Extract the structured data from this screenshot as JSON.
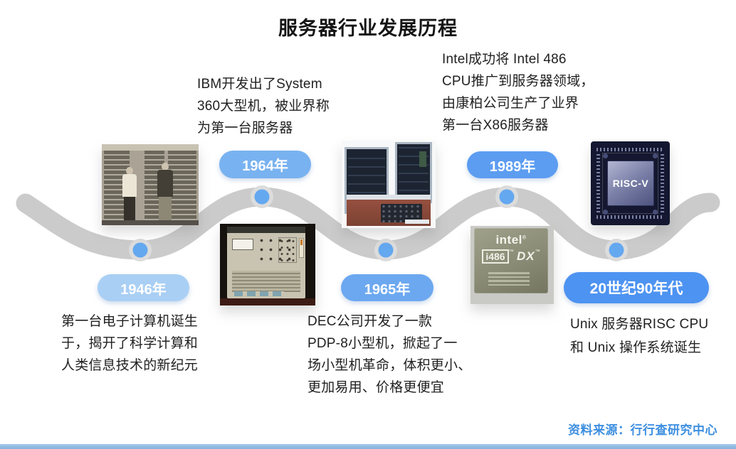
{
  "title": "服务器行业发展历程",
  "timeline": {
    "milestones": [
      {
        "year": "1946年",
        "description": "第一台电子计算机诞生\n于，揭开了科学计算和\n人类信息技术的新纪元"
      },
      {
        "year": "1964年",
        "description": "IBM开发出了System\n360大型机，被业界称\n为第一台服务器"
      },
      {
        "year": "1965年",
        "description": "DEC公司开发了一款\nPDP-8小型机，掀起了一\n场小型机革命，体积更小、\n更加易用、价格更便宜"
      },
      {
        "year": "1989年",
        "description": "Intel成功将 Intel 486\nCPU推广到服务器领域，\n由康柏公司生产了业界\n第一台X86服务器"
      },
      {
        "year": "20世纪90年代",
        "description": "Unix 服务器RISC CPU\n和 Unix 操作系统诞生"
      }
    ]
  },
  "images": {
    "riscv_chip_label": "RISC-V",
    "i486_brand": "intel",
    "i486_reg": "®",
    "i486_model": "i486",
    "i486_tm": "™",
    "i486_suffix": "DX"
  },
  "source_note": "资料来源：行行查研究中心",
  "colors": {
    "year_pill_1946": "#A9CFF4",
    "year_pill_1964": "#79B2F0",
    "year_pill_1965": "#6CA8F0",
    "year_pill_1989": "#5C9DF1",
    "year_pill_1990s": "#4D93F1",
    "timeline_band": "#CBCBCB",
    "timeline_dot": "#64A8F0",
    "timeline_dot_ring": "#DCDCDC",
    "source_text": "#3E8FE0",
    "footer_bar": "#84B1DC"
  }
}
